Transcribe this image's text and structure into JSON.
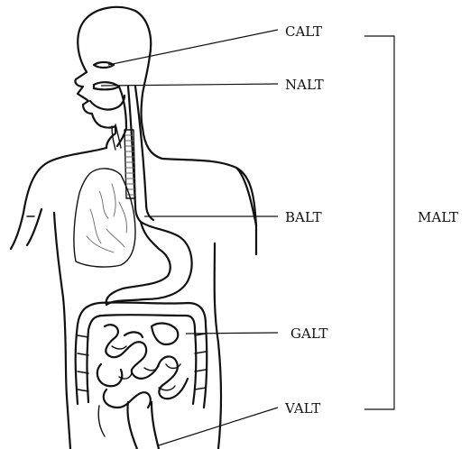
{
  "labels": {
    "calt": "CALT",
    "nalt": "NALT",
    "balt": "BALT",
    "galt": "GALT",
    "valt": "VALT",
    "malt": "MALT"
  }
}
